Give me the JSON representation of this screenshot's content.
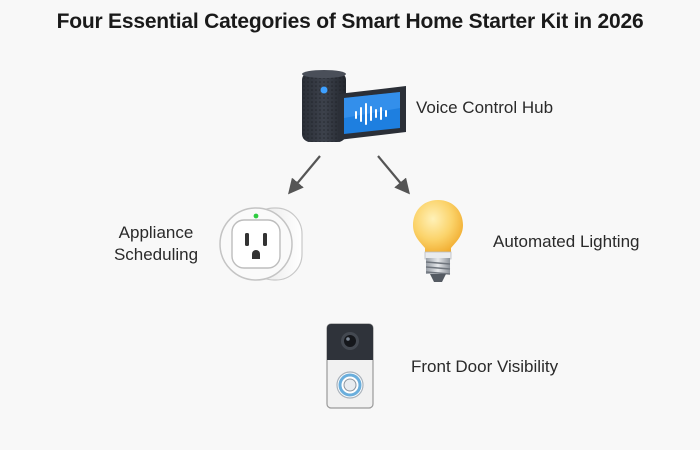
{
  "title": "Four Essential Categories of Smart Home Starter Kit in 2026",
  "nodes": {
    "hub": {
      "label": "Voice Control Hub",
      "icon": "smart-speaker-display-icon"
    },
    "appliance": {
      "label_line1": "Appliance",
      "label_line2": "Scheduling",
      "icon": "smart-plug-icon"
    },
    "lighting": {
      "label": "Automated Lighting",
      "icon": "light-bulb-icon"
    },
    "door": {
      "label": "Front Door Visibility",
      "icon": "video-doorbell-icon"
    }
  },
  "colors": {
    "background": "#f8f8f8",
    "arrow": "#555555",
    "screen_blue": "#1e7fe0",
    "bulb_yellow": "#f9c74f",
    "indicator_green": "#2ecc40"
  }
}
